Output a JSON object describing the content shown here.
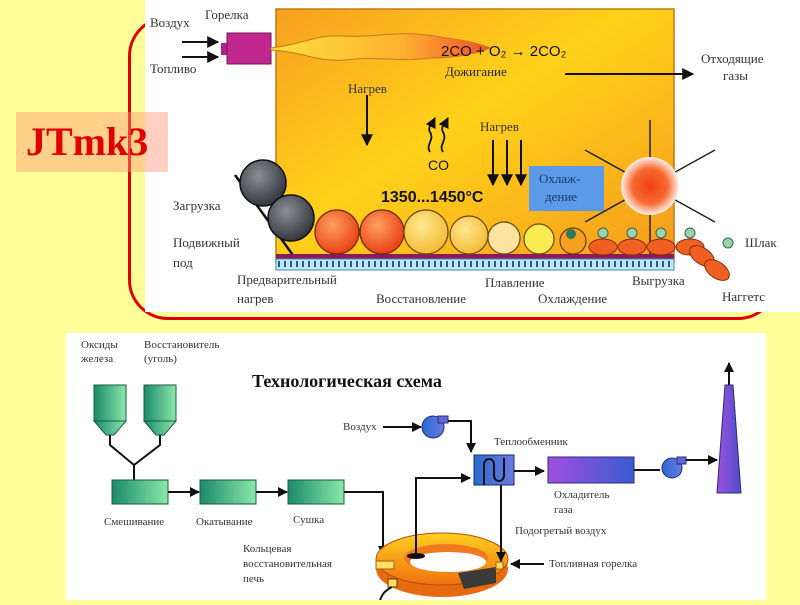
{
  "badge": {
    "text": "JTmk3",
    "color": "#e00000"
  },
  "furnace_diagram": {
    "inputs": {
      "air": "Воздух",
      "fuel": "Топливо",
      "burner": "Горелка"
    },
    "reaction": "2CO + O₂ → 2CO₂",
    "afterburning": "Дожигание",
    "heating_1": "Нагрев",
    "heating_2": "Нагрев",
    "co_label": "CO",
    "temperature": "1350...1450°C",
    "cooling_box": {
      "line1": "Охлаж-",
      "line2": "дение"
    },
    "exhaust": {
      "line1": "Отходящие",
      "line2": "газы"
    },
    "loading": "Загрузка",
    "moving_hearth": {
      "line1": "Подвижный",
      "line2": "под"
    },
    "stages": {
      "preheating": {
        "line1": "Предварительный",
        "line2": "нагрев"
      },
      "reduction": "Восстановление",
      "melting": "Плавление",
      "cooling": "Охлаждение",
      "unloading": "Выгрузка"
    },
    "slag": "Шлак",
    "nuggets": "Наггетс"
  },
  "process_scheme": {
    "title": "Технологическая схема",
    "hoppers": [
      {
        "line1": "Оксиды",
        "line2": "железа"
      },
      {
        "line1": "Восстановитель",
        "line2": "(уголь)"
      }
    ],
    "steps": [
      "Смешивание",
      "Окатывание",
      "Сушка"
    ],
    "furnace": {
      "line1": "Кольцевая",
      "line2": "восстановительная",
      "line3": "печь"
    },
    "air": "Воздух",
    "heat_exchanger": "Теплообменник",
    "gas_cooler": {
      "line1": "Охладитель",
      "line2": "газа"
    },
    "preheated_air": "Подогретый воздух",
    "fuel_burner": "Топливная горелка"
  }
}
